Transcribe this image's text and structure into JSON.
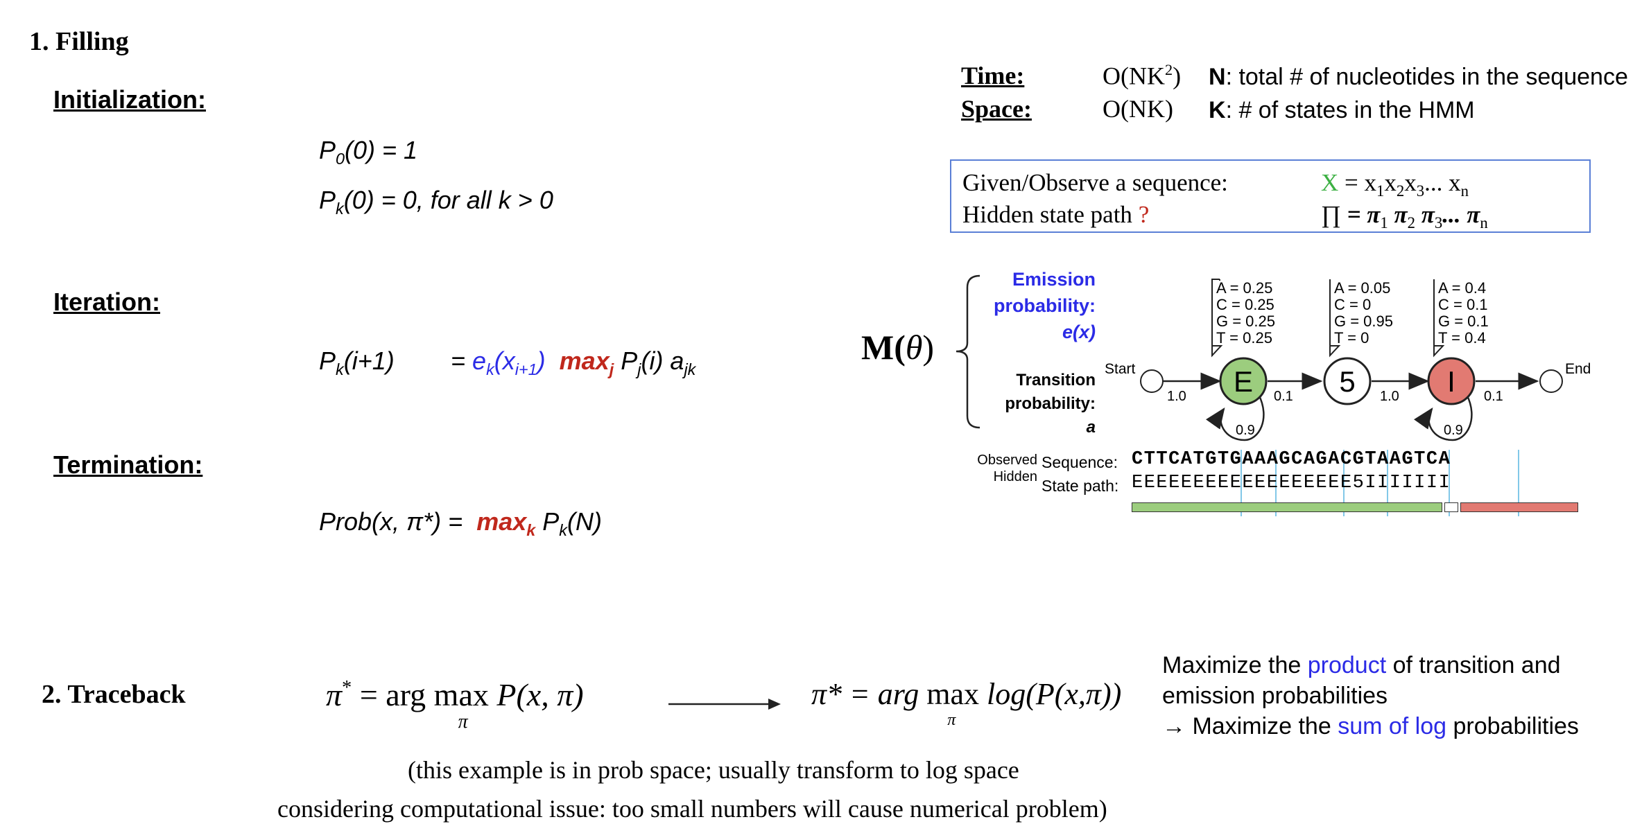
{
  "filling": {
    "heading": "1. Filling",
    "init_heading": "Initialization:",
    "init_eq1": {
      "lhs": "P",
      "sub": "0",
      "rest": "(0) = 1"
    },
    "init_eq2": {
      "lhs": "P",
      "sub": "k",
      "rest": "(0) = 0, for all k > 0"
    },
    "iter_heading": "Iteration:",
    "iter_lhs": "P",
    "iter_lhs_sub": "k",
    "iter_lhs_rest": "(i+1)",
    "iter_eq_sign": "= ",
    "iter_e": "e",
    "iter_e_sub": "k",
    "iter_x": "(x",
    "iter_x_sub": "i+1",
    "iter_x_close": ")",
    "iter_max": "max",
    "iter_max_sub": "j",
    "iter_p": "P",
    "iter_p_sub": "j",
    "iter_p_rest": "(i) a",
    "iter_a_sub": "jk",
    "term_heading": "Termination:",
    "term_lhs": "Prob(x, π*) = ",
    "term_max": "max",
    "term_max_sub": "k",
    "term_p": " P",
    "term_p_sub": "k",
    "term_p_rest": "(N)"
  },
  "complexity": {
    "time_label": "Time:",
    "time_value": "O(NK",
    "time_sup": "2",
    "time_close": ")",
    "time_var": "N",
    "time_desc": ": total # of nucleotides in the sequence",
    "space_label": "Space:",
    "space_value": "O(NK)",
    "space_var": "K",
    "space_desc": ": # of states in the HMM"
  },
  "given": {
    "line1": "Given/Observe a sequence:",
    "line2": "Hidden state path ",
    "question": "?",
    "x_symbol": "X",
    "x_eq": " = x",
    "x_seq_subs": [
      "1",
      "2",
      "3"
    ],
    "x_seq_dots": "... x",
    "x_last_sub": "n",
    "pi_symbol": "∏",
    "pi_eq": " = π",
    "pi_subs": [
      "1",
      "2",
      "3"
    ],
    "pi_dots": "... π",
    "pi_last_sub": "n"
  },
  "model": {
    "label_m": "M(",
    "label_theta": "θ",
    "label_close": ")",
    "emission_l1": "Emission",
    "emission_l2": "probability:",
    "emission_l3": "e(x)",
    "transition_l1": "Transition",
    "transition_l2": "probability:",
    "transition_l3": "a",
    "start": "Start",
    "end": "End",
    "states": [
      {
        "symbol": "E",
        "color": "#9ccd7e",
        "emissions": [
          "A = 0.25",
          "C = 0.25",
          "G = 0.25",
          "T = 0.25"
        ],
        "self_loop": "0.9"
      },
      {
        "symbol": "5",
        "color": "#ffffff",
        "emissions": [
          "A = 0.05",
          "C = 0",
          "G = 0.95",
          "T = 0"
        ],
        "self_loop": ""
      },
      {
        "symbol": "I",
        "color": "#e27a72",
        "emissions": [
          "A = 0.4",
          "C = 0.1",
          "G = 0.1",
          "T = 0.4"
        ],
        "self_loop": "0.9"
      }
    ],
    "transitions": [
      "1.0",
      "0.1",
      "1.0",
      "0.1"
    ],
    "observed_label": "Observed",
    "hidden_label": "Hidden",
    "sequence_label": "Sequence:",
    "state_path_label": "State path:",
    "sequence": "CTTCATGTGAAAGCAGACGTAAGTCA",
    "state_path": "EEEEEEEEEEEEEEEEEE5IIIIIII",
    "bar_colors": {
      "exon": "#9ccd7e",
      "splice": "#ffffff",
      "intron": "#e27a72"
    }
  },
  "traceback": {
    "heading": "2. Traceback",
    "formula1_lhs": "π",
    "formula1_star": "*",
    "formula1_eq": " = arg ",
    "formula1_max": "max",
    "formula1_sub": "π",
    "formula1_rhs": " P(x, π)",
    "formula2_lhs": "π* = arg",
    "formula2_max": "max",
    "formula2_sub": "π",
    "formula2_rhs": " log(P(x,π))",
    "note1_a": "Maximize the ",
    "note1_b": "product",
    "note1_c": " of transition and",
    "note2": "emission probabilities",
    "note3_a": "→ Maximize the ",
    "note3_b": "sum of log",
    "note3_c": " probabilities",
    "footnote1": "(this example is in prob space;   usually transform to log space",
    "footnote2": "considering computational issue:  too small numbers will cause numerical problem)"
  }
}
